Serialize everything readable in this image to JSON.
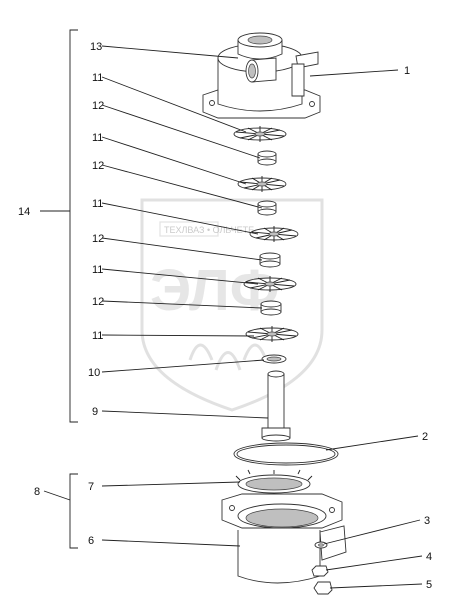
{
  "watermark": {
    "brand_small": "ТЕХЛВАЗ • ОЛЬЧЕТЕ",
    "brand_large": "ЭЛФ"
  },
  "callouts": [
    "13",
    "1",
    "11",
    "12",
    "11",
    "12",
    "14",
    "11",
    "12",
    "11",
    "12",
    "11",
    "10",
    "9",
    "2",
    "7",
    "8",
    "6",
    "3",
    "4",
    "5"
  ],
  "colors": {
    "line": "#222222",
    "shade": "#bfbfbf",
    "watermark": "#c8c8c8"
  }
}
